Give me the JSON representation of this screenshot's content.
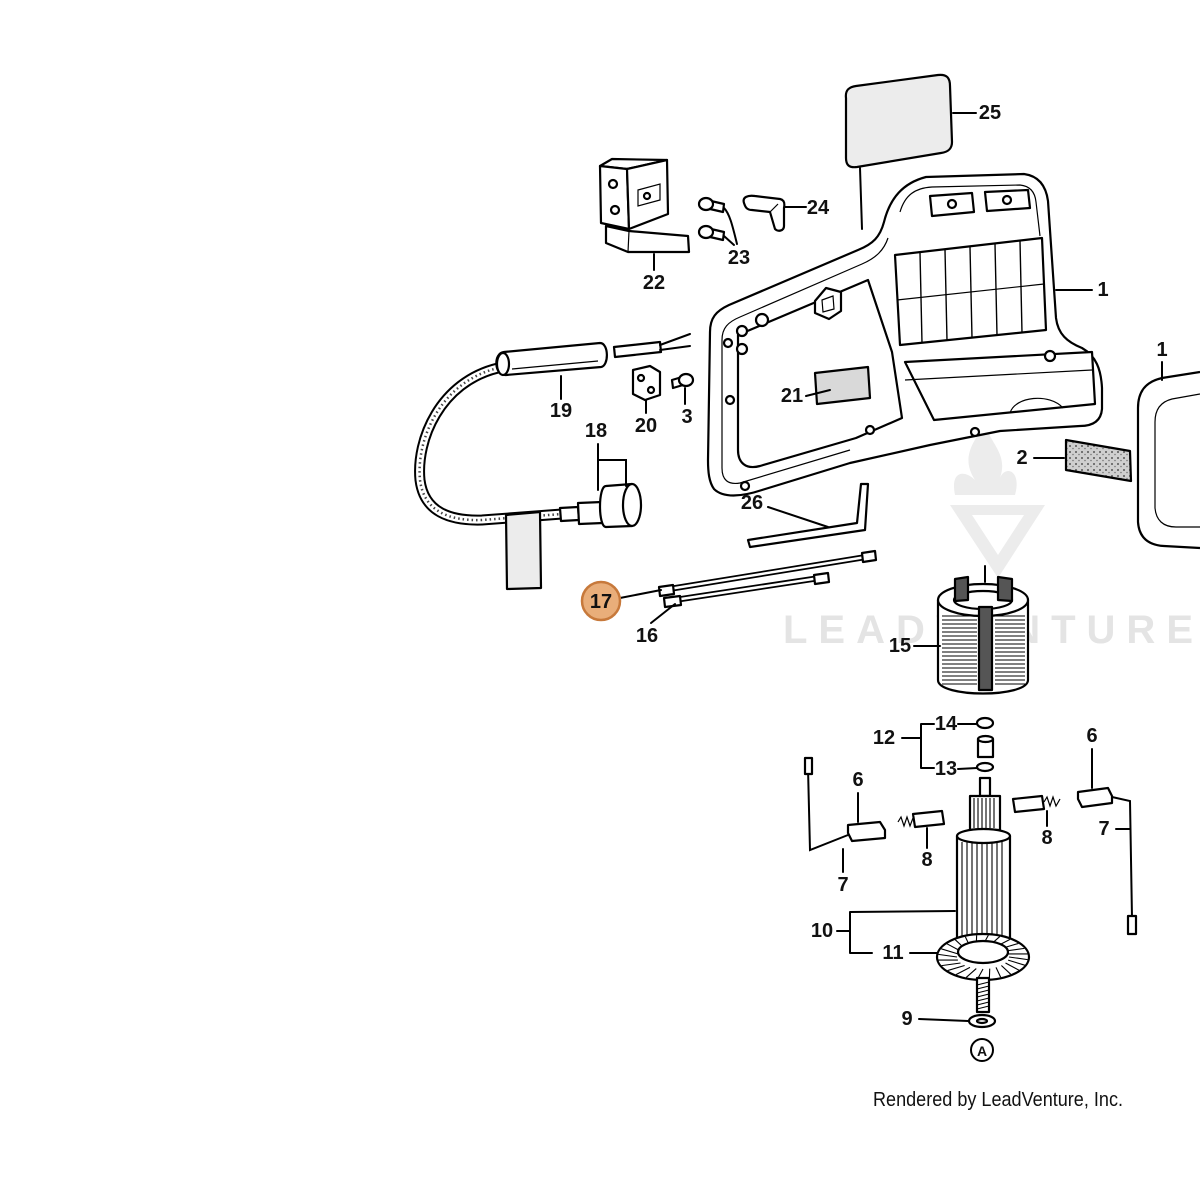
{
  "diagram": {
    "callouts": [
      {
        "label": "25"
      },
      {
        "label": "24"
      },
      {
        "label": "23"
      },
      {
        "label": "22"
      },
      {
        "label": "1"
      },
      {
        "label": "1"
      },
      {
        "label": "19"
      },
      {
        "label": "20"
      },
      {
        "label": "3"
      },
      {
        "label": "21"
      },
      {
        "label": "2"
      },
      {
        "label": "18"
      },
      {
        "label": "26"
      },
      {
        "label": "17",
        "selected": true
      },
      {
        "label": "16"
      },
      {
        "label": "15"
      },
      {
        "label": "14"
      },
      {
        "label": "12"
      },
      {
        "label": "13"
      },
      {
        "label": "6"
      },
      {
        "label": "6"
      },
      {
        "label": "7"
      },
      {
        "label": "7"
      },
      {
        "label": "8"
      },
      {
        "label": "8"
      },
      {
        "label": "10"
      },
      {
        "label": "11"
      },
      {
        "label": "9"
      }
    ],
    "reference_marker": "A"
  },
  "watermark": "LEADVENTURE",
  "credit": "Rendered by LeadVenture, Inc.",
  "colors": {
    "selected_callout_fill": "#E9AE7A",
    "selected_callout_stroke": "#C7793B",
    "line_art": "#000000",
    "watermark": "#E4E4E4"
  }
}
